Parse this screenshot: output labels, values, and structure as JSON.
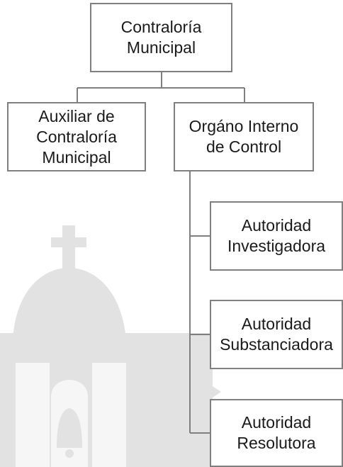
{
  "org_chart": {
    "root": {
      "label": "Contraloría\nMunicipal"
    },
    "auxiliar": {
      "label": "Auxiliar de\nContraloría\nMunicipal"
    },
    "organo_interno": {
      "label": "Orgáno Interno\nde Control"
    },
    "autoridades": [
      {
        "label": "Autoridad\nInvestigadora"
      },
      {
        "label": "Autoridad\nSubstanciadora"
      },
      {
        "label": "Autoridad\nResolutora"
      }
    ]
  },
  "colors": {
    "border": "#7f7f7f",
    "connector": "#7f7f7f",
    "text": "#1a1a1a",
    "watermark": "#e2e2e2"
  }
}
